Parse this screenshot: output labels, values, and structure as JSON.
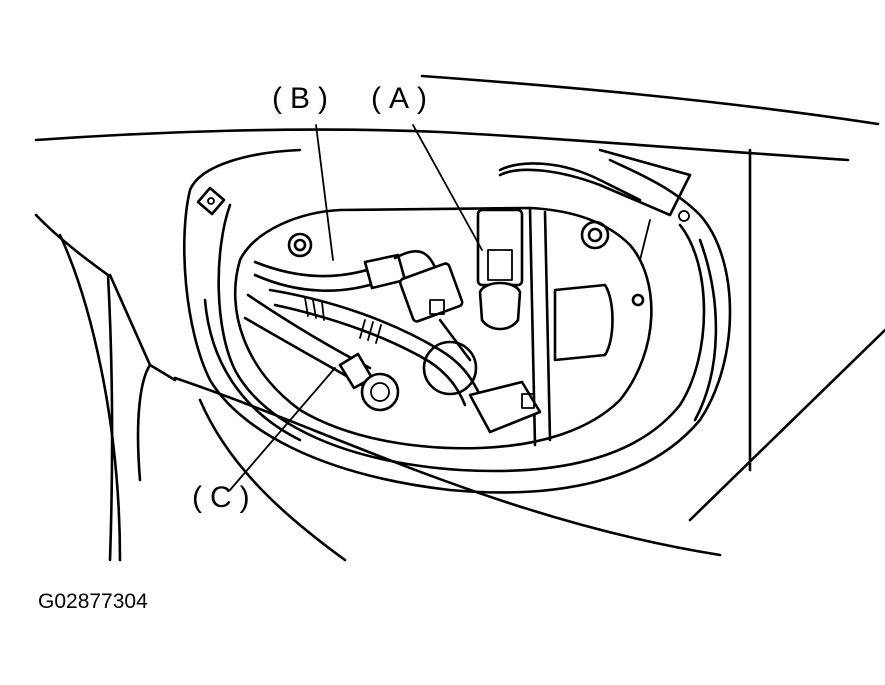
{
  "callouts": {
    "a": "(A)",
    "b": "(B)",
    "c": "(C)"
  },
  "figure_id": "G02877304"
}
